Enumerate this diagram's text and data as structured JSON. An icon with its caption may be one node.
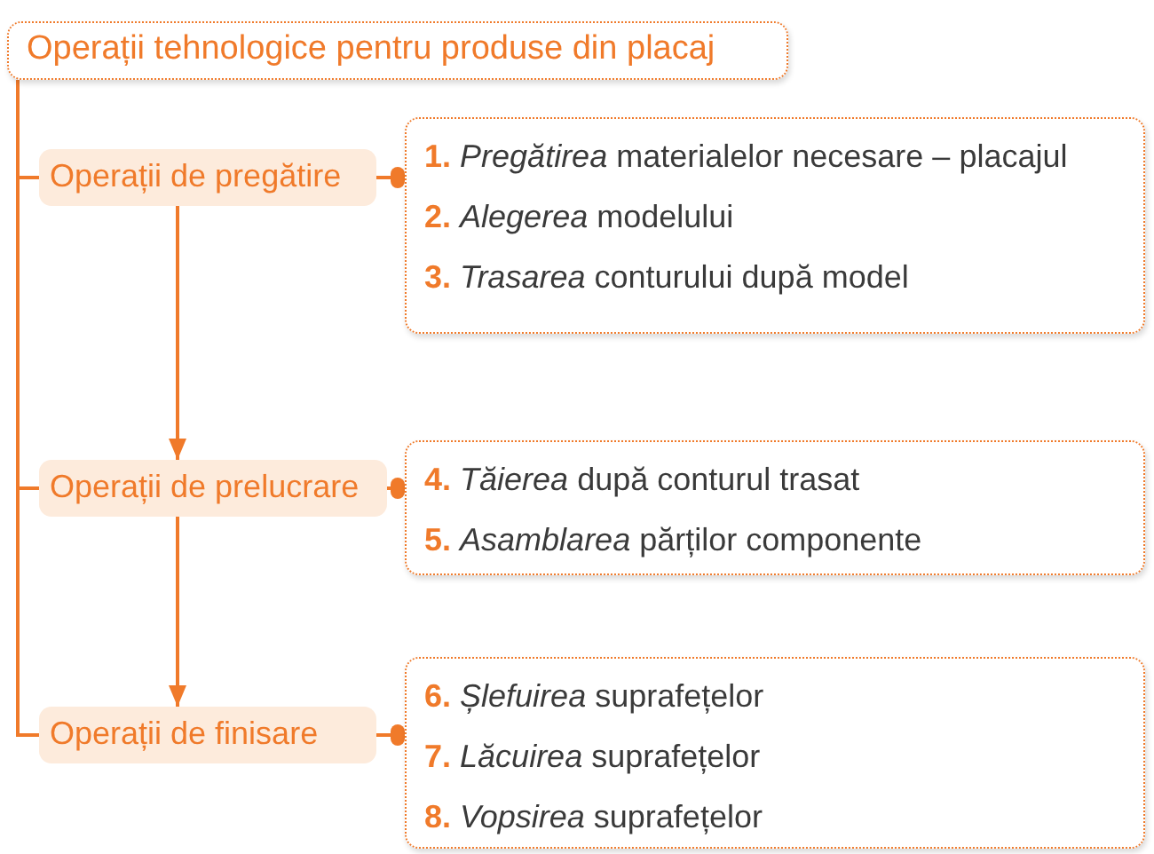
{
  "diagram": {
    "nodes": [
      {
        "text": [
          "Operații tehnologice pentru produse din placaj"
        ]
      },
      {
        "text": [
          "Operații de pregătire"
        ]
      },
      {
        "text": [
          "**1.** *Pregătirea* materialelor necesare – placajul",
          "**2.** *Alegerea* modelului",
          "**3.** *Trasarea* conturului după model"
        ]
      },
      {
        "text": [
          "Operații de prelucrare"
        ]
      },
      {
        "text": [
          "**4.** *Tăierea* după conturul trasat",
          "**5.** *Asamblarea* părților componente"
        ]
      },
      {
        "text": [
          "Operații de finisare"
        ]
      },
      {
        "text": [
          "**6.** *Șlefuirea* suprafețelor",
          "**7.** *Lăcuirea* suprafețelor",
          "**8.** *Vopsirea* suprafețelor"
        ]
      }
    ],
    "edges": [
      {
        "from": 0,
        "to": 1,
        "arrow": "none"
      },
      {
        "from": 0,
        "to": 3,
        "arrow": "none"
      },
      {
        "from": 0,
        "to": 5,
        "arrow": "none"
      },
      {
        "from": 1,
        "to": 2,
        "arrow": "other"
      },
      {
        "from": 1,
        "to": 3,
        "arrow": "to"
      },
      {
        "from": 3,
        "to": 4,
        "arrow": "other"
      },
      {
        "from": 3,
        "to": 5,
        "arrow": "to"
      },
      {
        "from": 5,
        "to": 6,
        "arrow": "other"
      }
    ]
  }
}
